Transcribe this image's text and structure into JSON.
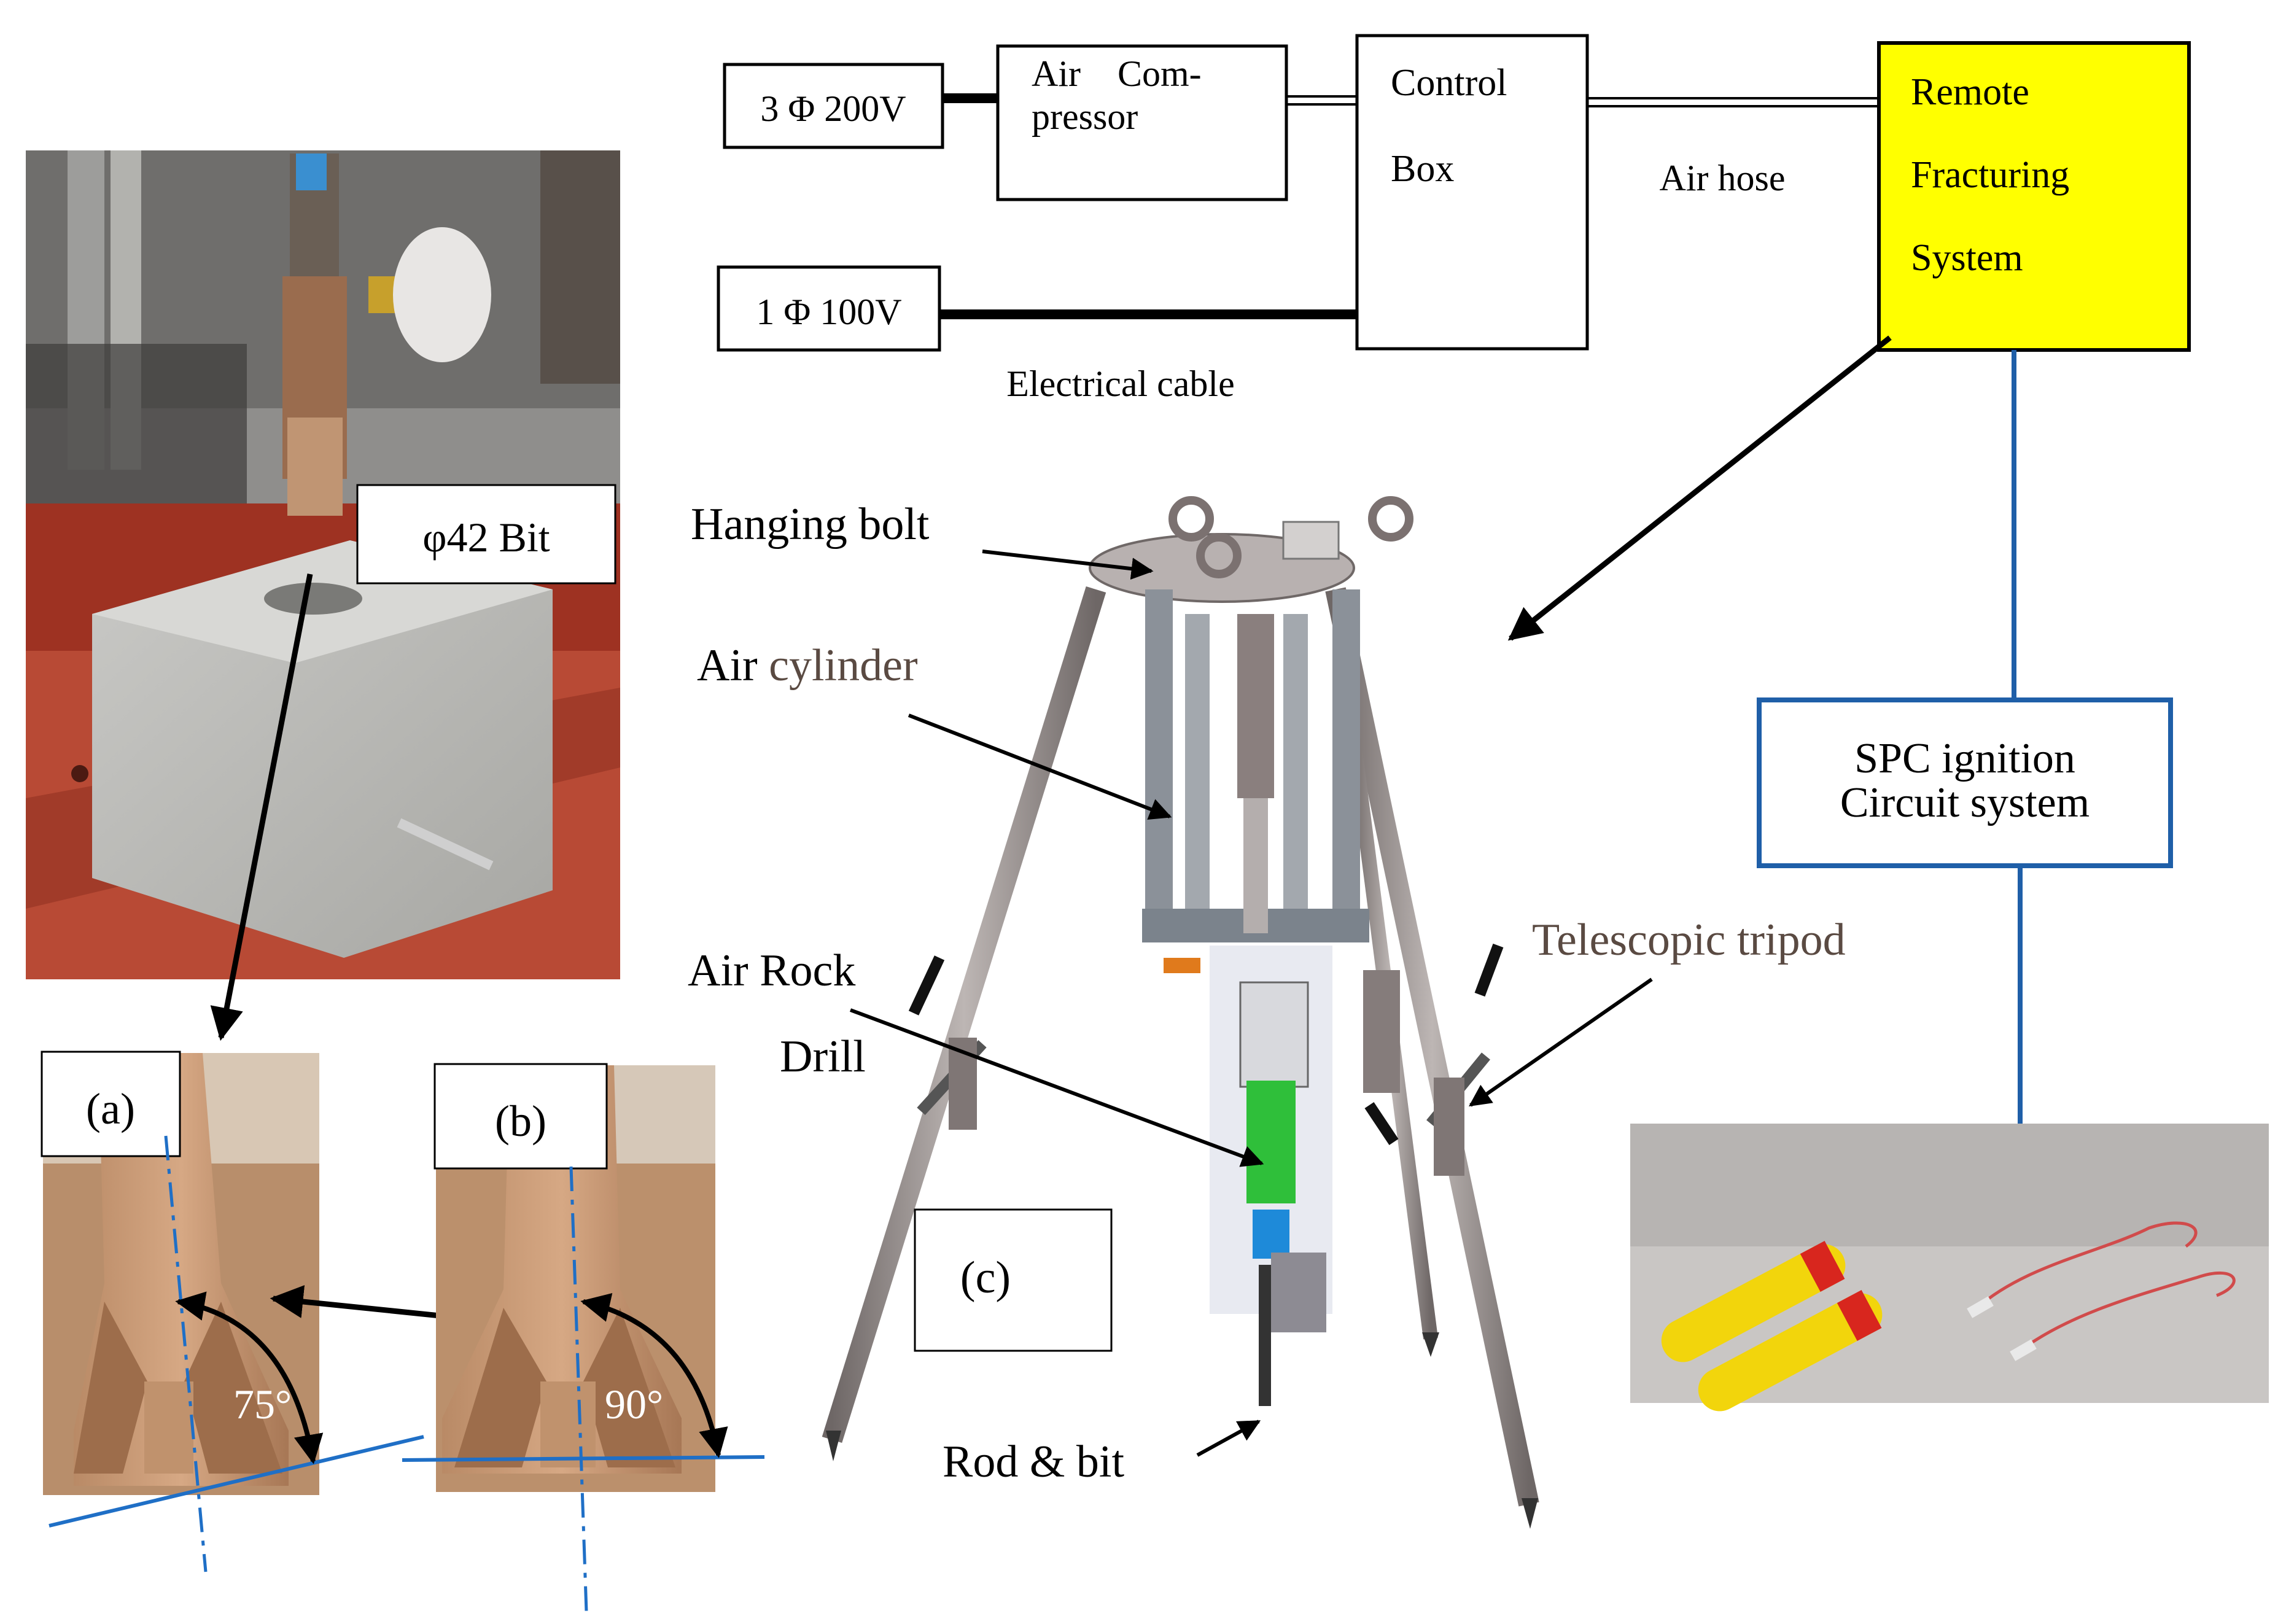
{
  "block_diagram": {
    "power_3phase": "3 Φ 200V",
    "power_1phase": "1 Φ 100V",
    "air_compressor_line1": "Air    Com-",
    "air_compressor_line2": "pressor",
    "control_box_line1": "Control",
    "control_box_line2": "Box",
    "remote_line1": "Remote",
    "remote_line2": "Fracturing",
    "remote_line3": "System",
    "air_hose": "Air hose",
    "electrical_cable": "Electrical cable",
    "spc_line1": "SPC ignition",
    "spc_line2": "Circuit system",
    "remote_color": "#ffff00",
    "spc_border_color": "#1f5fa8"
  },
  "photo_bit": {
    "bit_label": "φ42 Bit"
  },
  "panel_a": {
    "label": "(a)",
    "angle": "75°"
  },
  "panel_b": {
    "label": "(b)",
    "angle": "90°"
  },
  "panel_c": {
    "label": "(c)",
    "hanging_bolt": "Hanging bolt",
    "air_cylinder_part1": "Air ",
    "air_cylinder_part2": "cylinder",
    "air_rock_line1": "Air Rock",
    "air_rock_line2": "Drill",
    "rod_bit": "Rod & bit",
    "telescopic_tripod": "Telescopic tripod"
  },
  "colors": {
    "axis_blue": "#1f6fc6",
    "label_brown": "#5a4a42"
  },
  "icons": [
    "drill-rig-photo",
    "drill-bit-photo",
    "tripod-drill-rendering",
    "spc-cartridge-photo"
  ]
}
